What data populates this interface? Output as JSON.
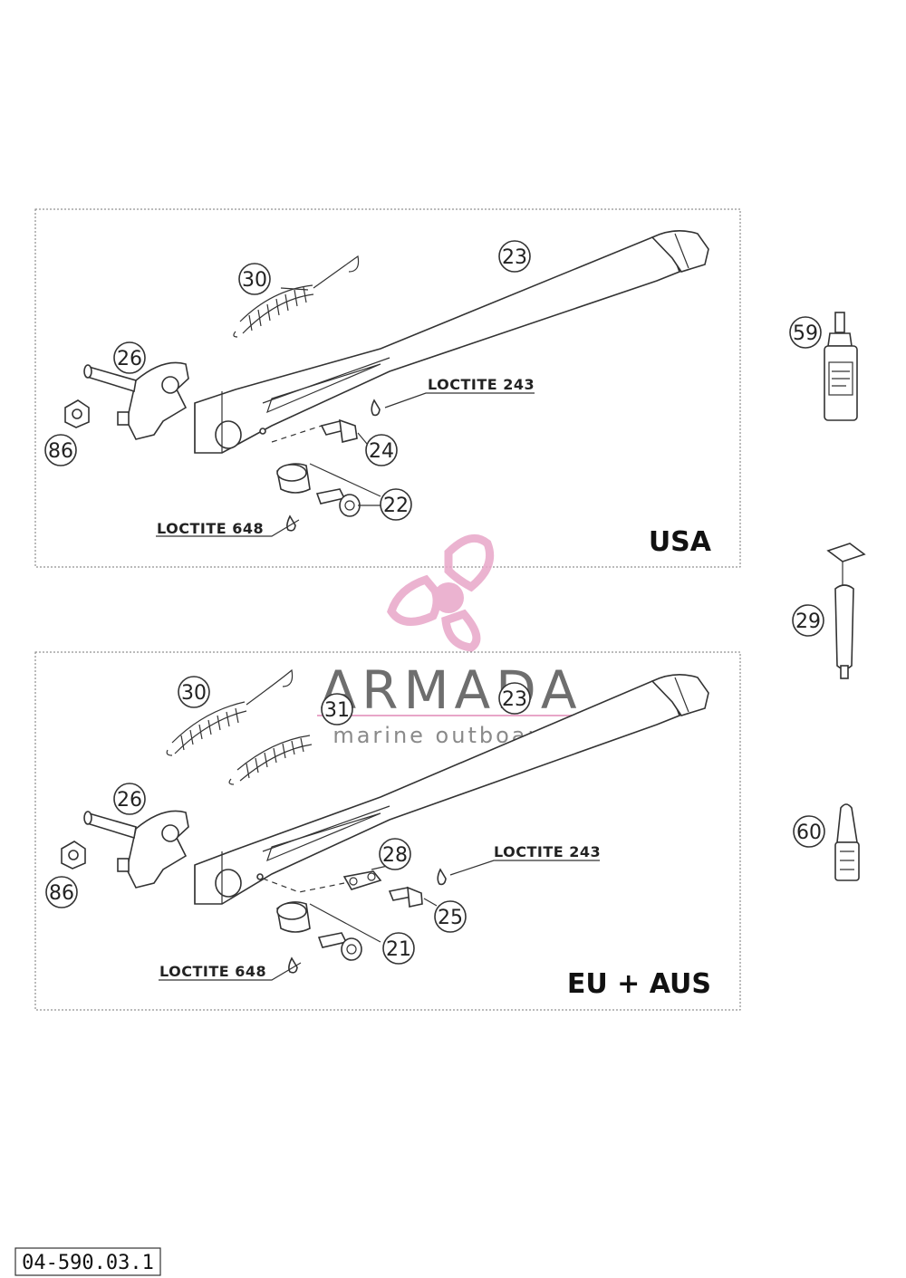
{
  "panels": {
    "usa": {
      "region_label": "USA",
      "loctite_top": "LOCTITE 243",
      "loctite_bottom": "LOCTITE 648",
      "callouts": [
        "30",
        "23",
        "26",
        "86",
        "24",
        "22"
      ]
    },
    "eu": {
      "region_label": "EU + AUS",
      "loctite_top": "LOCTITE 243",
      "loctite_bottom": "LOCTITE 648",
      "callouts": [
        "30",
        "31",
        "23",
        "26",
        "86",
        "28",
        "25",
        "21"
      ]
    }
  },
  "accessories": {
    "callouts": [
      "59",
      "29",
      "60"
    ],
    "bottle_icon": "loctite-bottle-icon",
    "tool_icon": "stand-tool-icon",
    "tube_icon": "grease-tube-icon"
  },
  "watermark": {
    "title": "ARMADA",
    "subtitle": "marine outboards",
    "logo_icon": "propeller-icon",
    "color": "#e8a6c8"
  },
  "drawing_code": "04-590.03.1"
}
